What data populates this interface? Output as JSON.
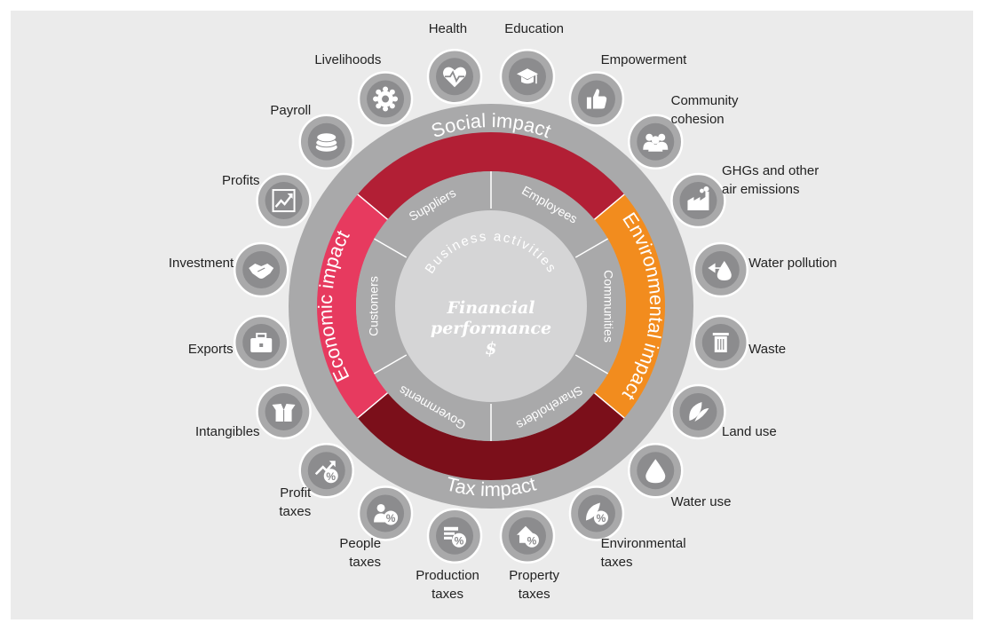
{
  "center": {
    "arc_title": "Business activities",
    "title_line1": "Financial",
    "title_line2": "performance",
    "symbol": "$"
  },
  "stakeholders": [
    "Employees",
    "Communities",
    "Shareholders",
    "Governments",
    "Customers",
    "Suppliers"
  ],
  "sectors": [
    {
      "key": "social",
      "label": "Social impact",
      "color": "#b21f35"
    },
    {
      "key": "environmental",
      "label": "Environmental impact",
      "color": "#f28c1e"
    },
    {
      "key": "tax",
      "label": "Tax impact",
      "color": "#7b0f1a"
    },
    {
      "key": "economic",
      "label": "Economic impact",
      "color": "#e73a5f"
    }
  ],
  "items": [
    {
      "label_lines": [
        "Education"
      ],
      "icon": "graduation-cap-icon"
    },
    {
      "label_lines": [
        "Empowerment"
      ],
      "icon": "thumbs-up-icon"
    },
    {
      "label_lines": [
        "Community",
        "cohesion"
      ],
      "icon": "people-group-icon"
    },
    {
      "label_lines": [
        "GHGs and other",
        "air emissions"
      ],
      "icon": "factory-emissions-icon"
    },
    {
      "label_lines": [
        "Water pollution"
      ],
      "icon": "polluted-water-icon"
    },
    {
      "label_lines": [
        "Waste"
      ],
      "icon": "trash-bin-icon"
    },
    {
      "label_lines": [
        "Land use"
      ],
      "icon": "leaves-icon"
    },
    {
      "label_lines": [
        "Water use"
      ],
      "icon": "water-drop-icon"
    },
    {
      "label_lines": [
        "Environmental",
        "taxes"
      ],
      "icon": "leaf-percent-icon"
    },
    {
      "label_lines": [
        "Property",
        "taxes"
      ],
      "icon": "house-percent-icon"
    },
    {
      "label_lines": [
        "Production",
        "taxes"
      ],
      "icon": "production-percent-icon"
    },
    {
      "label_lines": [
        "People",
        "taxes"
      ],
      "icon": "person-percent-icon"
    },
    {
      "label_lines": [
        "Profit",
        "taxes"
      ],
      "icon": "trend-percent-icon"
    },
    {
      "label_lines": [
        "Intangibles"
      ],
      "icon": "open-box-icon"
    },
    {
      "label_lines": [
        "Exports"
      ],
      "icon": "briefcase-icon"
    },
    {
      "label_lines": [
        "Investment"
      ],
      "icon": "handshake-icon"
    },
    {
      "label_lines": [
        "Profits"
      ],
      "icon": "rising-chart-icon"
    },
    {
      "label_lines": [
        "Payroll"
      ],
      "icon": "coin-stack-icon"
    },
    {
      "label_lines": [
        "Livelihoods"
      ],
      "icon": "gear-icon"
    },
    {
      "label_lines": [
        "Health"
      ],
      "icon": "heart-pulse-icon"
    }
  ],
  "colors": {
    "ring_gray": "#a9a9aa",
    "icon_bg": "#8c8c8e",
    "panel_bg": "#ebebeb"
  }
}
